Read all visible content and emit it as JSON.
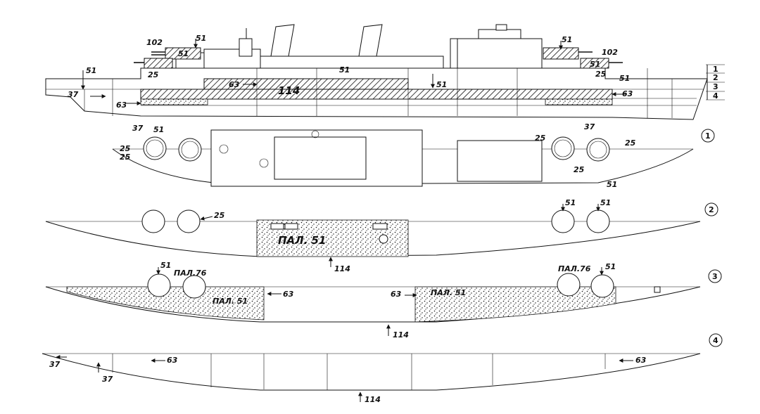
{
  "profile": {
    "labels": {
      "l102a": "102",
      "l102b": "102",
      "l51a": "51",
      "l51b": "51",
      "l51c": "51",
      "l51d": "51",
      "l51e": "51",
      "l51f": "51",
      "l51g": "51",
      "l51h": "51",
      "l25a": "25",
      "l25b": "25",
      "l37a": "37",
      "l37b": "37",
      "l37c": "37",
      "l63a": "63",
      "l63b": "63",
      "l63c": "63",
      "l114": "114"
    },
    "deck_scale": [
      "1",
      "2",
      "3",
      "4"
    ]
  },
  "deck1": {
    "marker": "1",
    "labels": {
      "a51": "51",
      "a25a": "25",
      "a25b": "25",
      "a25c": "25",
      "a25d": "25",
      "a51b": "51"
    }
  },
  "deck2": {
    "marker": "2",
    "labels": {
      "b25": "25",
      "b51a": "51",
      "b51b": "51",
      "b_pal": "ПАЛ. 51",
      "b114": "114"
    }
  },
  "deck3": {
    "marker": "3",
    "labels": {
      "c51a": "51",
      "c_pal76a": "ПАЛ.76",
      "c_pal51a": "ПАЛ. 51",
      "c63a": "63",
      "c63b": "63",
      "c_pal51b": "ПАЛ. 51",
      "c_pal76b": "ПАЛ.76",
      "c51b": "51",
      "c114": "114"
    }
  },
  "deck4": {
    "marker": "4",
    "labels": {
      "d37a": "37",
      "d37b": "37",
      "d63a": "63",
      "d63b": "63",
      "d114": "114"
    }
  }
}
